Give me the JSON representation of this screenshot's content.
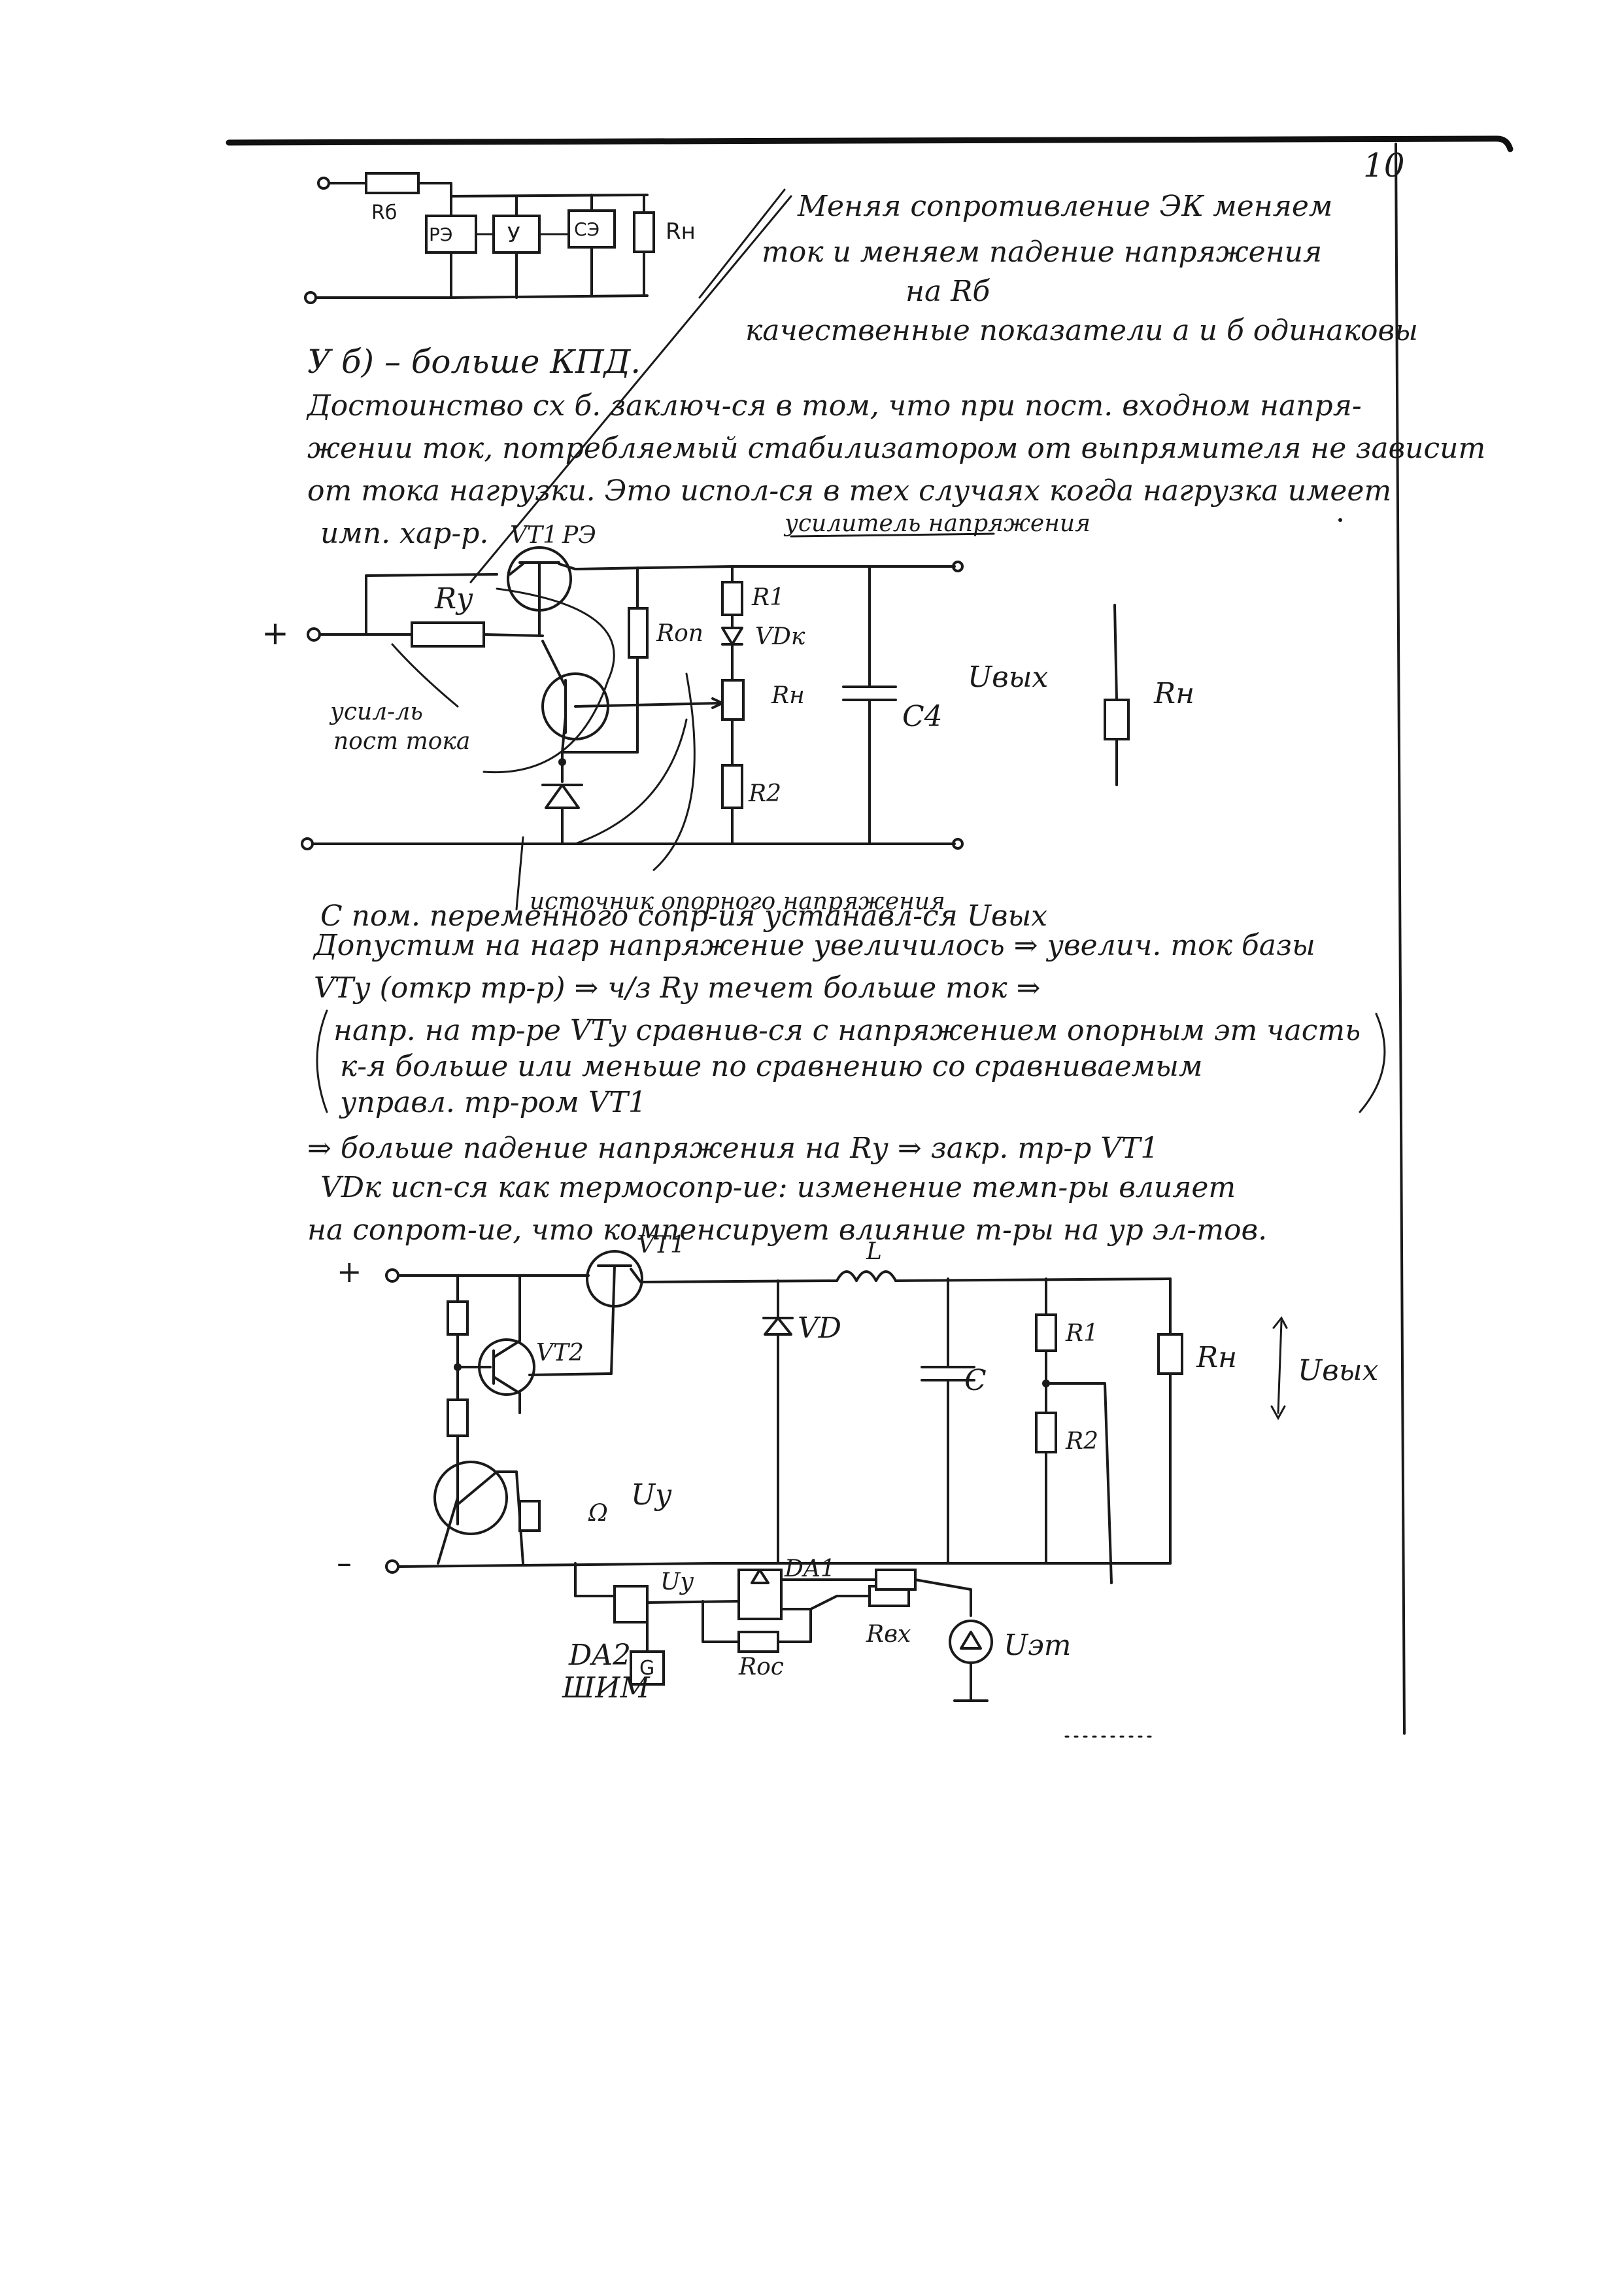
{
  "page_number": "10",
  "circuit1": {
    "labels": {
      "rb": "Rб",
      "re": "РЭ",
      "y": "У",
      "se": "СЭ",
      "rn": "Rн"
    }
  },
  "note_top": {
    "lines": [
      "Меняя сопротивление ЭК меняем",
      "ток и меняем падение напряжения",
      "на Rб",
      "качественные показатели а и б одинаковы"
    ]
  },
  "text_block1": {
    "lines": [
      "У б) – больше КПД.",
      "Достоинство сх б. заключ-ся в том, что при пост. входном напря-",
      "жении ток, потребляемый стабилизатором от выпрямителя не зависит",
      "от тока нагрузки. Это испол-ся в тех случаях когда нагрузка имеет",
      "имп. хар-р."
    ]
  },
  "circuit2": {
    "labels": {
      "vt1": "VТ1",
      "re": "РЭ",
      "amp_label": "усилитель напряжения",
      "plus": "+",
      "ry": "Rу",
      "ron": "Rоп",
      "r1": "R1",
      "vdk": "VDк",
      "rn": "Rн",
      "c4": "С4",
      "uvyh": "Uвых",
      "rn_load": "Rн",
      "dc_amp_1": "усил-ль",
      "dc_amp_2": "пост тока",
      "r2": "R2",
      "ref_source": "источник опорного напряжения"
    }
  },
  "text_block2": {
    "lines": [
      "С пом. переменного сопр-ия устанавл-ся Uвых",
      "Допустим на нагр напряжение увеличилось ⇒ увелич. ток базы",
      "VТу (откр тр-р) ⇒ ч/з Rу течет больше ток ⇒",
      "напр. на тр-ре VТу сравнив-ся с напряжением опорным эт часть",
      "к-я больше или меньше по сравнению со сравниваемым",
      "управл. тр-ром VТ1",
      "⇒ больше падение напряжения на Rу ⇒ закр. тр-р VТ1",
      "VDк исп-ся как термосопр-ие: изменение темп-ры влияет",
      "на сопрот-ие, что компенсирует влияние т-ры на ур эл-тов."
    ]
  },
  "circuit3": {
    "labels": {
      "plus": "+",
      "vt1": "VТ1",
      "vt2": "VТ2",
      "l": "L",
      "vd": "VD",
      "c": "С",
      "r1": "R1",
      "r2": "R2",
      "rn": "Rн",
      "uvyh": "Uвых",
      "uy": "Uу",
      "omega": "Ω",
      "minus": "–",
      "da1": "DA1",
      "da2": "DA2",
      "shim": "ШИМ",
      "g": "G",
      "roc": "Rос",
      "rbx": "Rвх",
      "uet": "Uэт"
    }
  }
}
